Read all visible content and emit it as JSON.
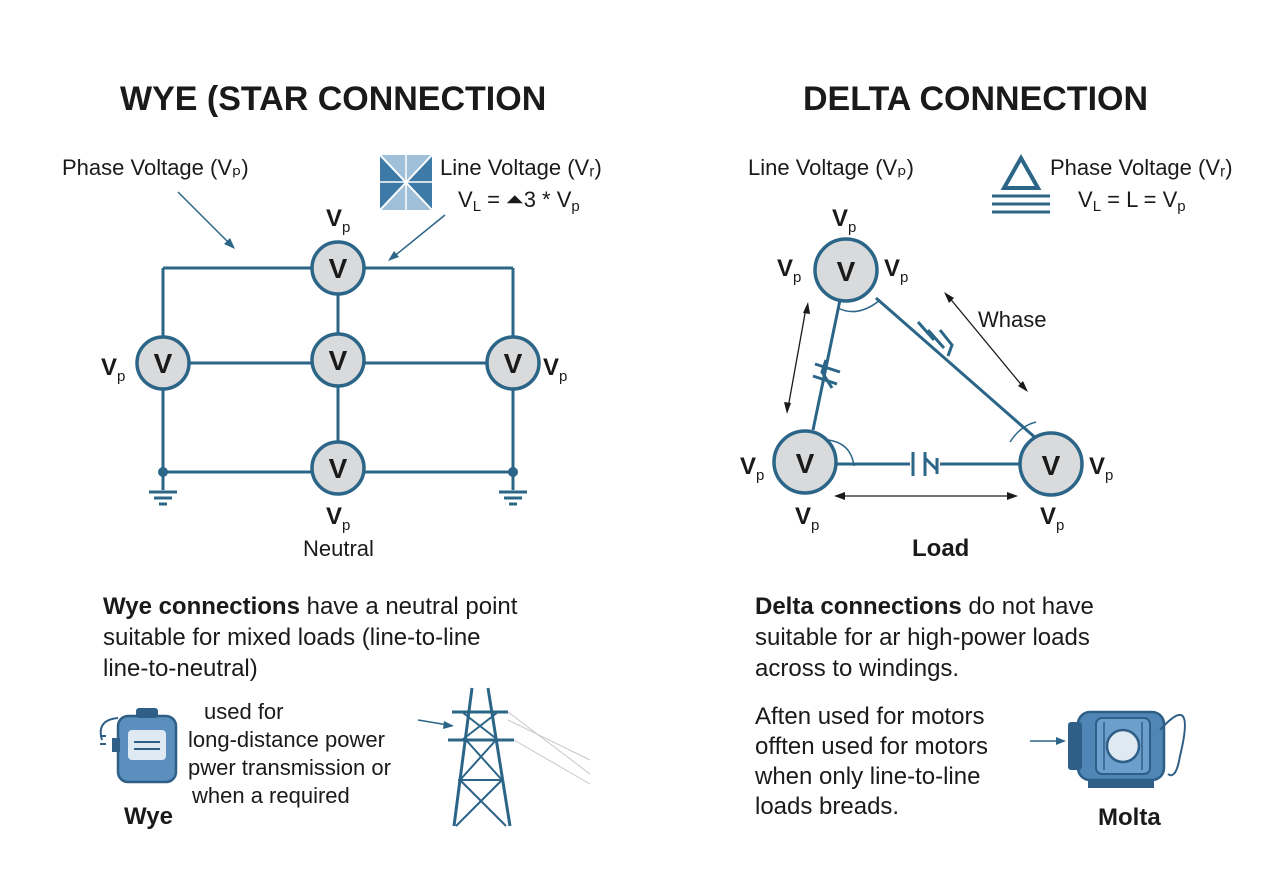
{
  "wye": {
    "title": "WYE (STAR CONNECTION",
    "phase_label": "Phase Voltage (Vₚ)",
    "line_label": "Line Voltage (Vᵣ)",
    "formula": "V",
    "formula_sub": "L",
    "formula_rest": " = ⏶3 * V",
    "formula_sub2": "p",
    "node_letter": "V",
    "vp_main": "V",
    "vp_sub": "p",
    "neutral": "Neutral",
    "desc_bold": "Wye connections",
    "desc_rest": " have a neutral point",
    "desc_line2": "suitable for mixed loads (line-to-line",
    "desc_line3": "line-to-neutral)",
    "usage": [
      "used for",
      "long-distance power",
      "pwer transmission or",
      "when a required"
    ],
    "caption": "Wye"
  },
  "delta": {
    "title": "DELTA CONNECTION",
    "line_label": "Line Voltage (Vₚ)",
    "phase_label": "Phase Voltage (Vᵣ)",
    "formula": "V",
    "formula_sub": "L",
    "formula_rest": " = L = V",
    "formula_sub2": "p",
    "whase": "Whase",
    "load": "Load",
    "desc_bold": "Delta connections",
    "desc_rest": " do not have",
    "desc_line2": "suitable for ar high-power loads",
    "desc_line3": "across to windings.",
    "usage": [
      "Aften used for motors",
      "offten used for motors",
      "when only line-to-line",
      "loads breads."
    ],
    "caption": "Molta"
  },
  "colors": {
    "wire": "#2b6587",
    "node_fill": "#d9dadc",
    "icon_fill": "#4f86b6",
    "icon_dark": "#2f5f86"
  }
}
